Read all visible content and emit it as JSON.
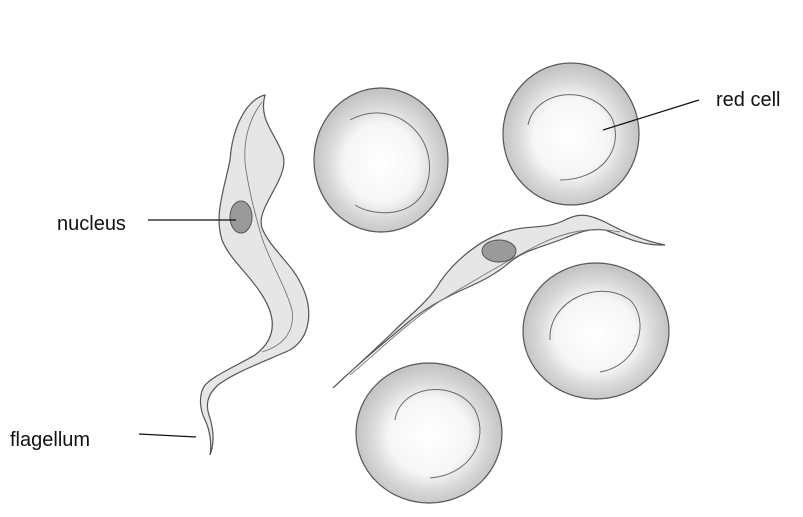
{
  "labels": {
    "red_cell": "red cell",
    "nucleus": "nucleus",
    "flagellum": "flagellum"
  },
  "colors": {
    "outline": "#555555",
    "cell_shade": "#cfcfcf",
    "cell_center": "#f4f4f4",
    "body_fill": "#e6e6e6",
    "nucleus_fill": "#9a9a9a",
    "leader_line": "#111111"
  }
}
